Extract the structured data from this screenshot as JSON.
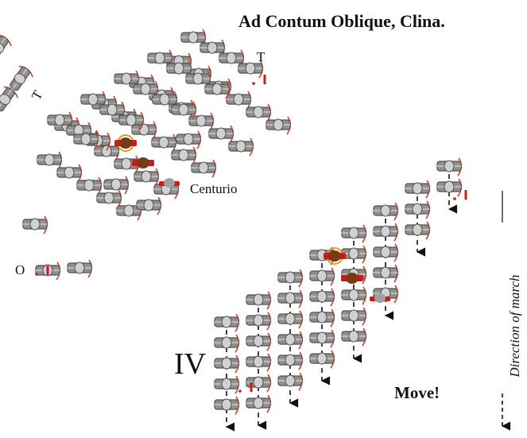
{
  "title": "Ad Contum Oblique, Clina.",
  "labels": {
    "centurio": "Centurio",
    "tesserarius_top": "T",
    "tesserarius_left": "T",
    "optio": "O",
    "unit_number": "IV",
    "move": "Move!",
    "direction": "Direction of march"
  },
  "colors": {
    "shield_body": "#8f8f8f",
    "shield_frame": "#505050",
    "shield_boss": "#d0d0d0",
    "arm_arc": "#e53a2a",
    "officer_red": "#d01818",
    "helmet_brown": "#7a3a18",
    "helmet_gold": "#d8a020",
    "arrow": "#111111"
  }
}
